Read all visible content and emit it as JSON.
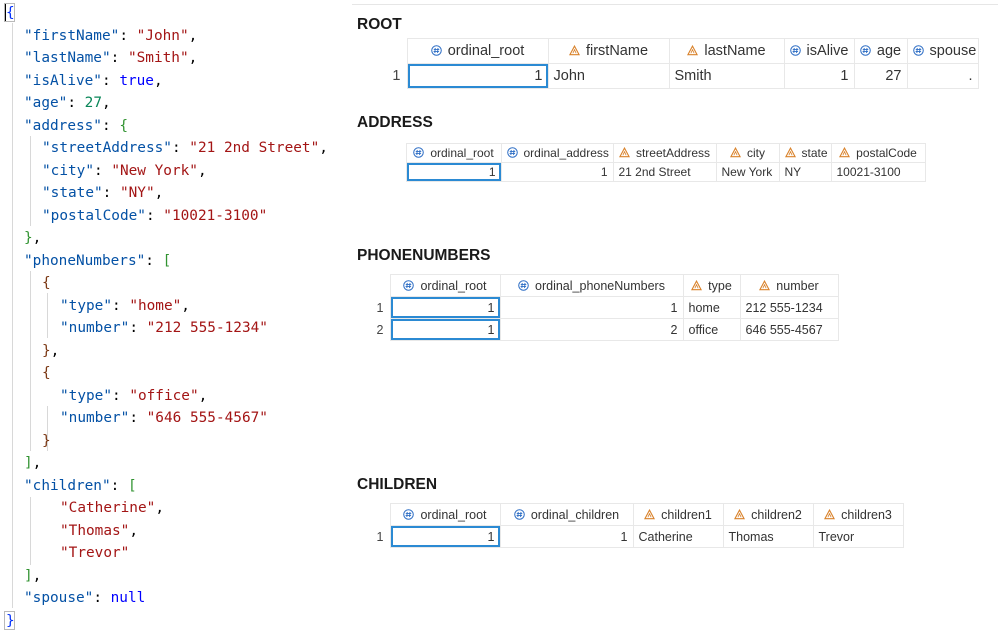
{
  "json_source": {
    "lines": [
      [
        [
          "{",
          "br1"
        ]
      ],
      [
        [
          "\"firstName\"",
          "k"
        ],
        [
          ": ",
          "p"
        ],
        [
          "\"John\"",
          "s"
        ],
        [
          ",",
          "p"
        ]
      ],
      [
        [
          "\"lastName\"",
          "k"
        ],
        [
          ": ",
          "p"
        ],
        [
          "\"Smith\"",
          "s"
        ],
        [
          ",",
          "p"
        ]
      ],
      [
        [
          "\"isAlive\"",
          "k"
        ],
        [
          ": ",
          "p"
        ],
        [
          "true",
          "b"
        ],
        [
          ",",
          "p"
        ]
      ],
      [
        [
          "\"age\"",
          "k"
        ],
        [
          ": ",
          "p"
        ],
        [
          "27",
          "n"
        ],
        [
          ",",
          "p"
        ]
      ],
      [
        [
          "\"address\"",
          "k"
        ],
        [
          ": ",
          "p"
        ],
        [
          "{",
          "br2"
        ]
      ],
      [
        [
          "\"streetAddress\"",
          "k"
        ],
        [
          ": ",
          "p"
        ],
        [
          "\"21 2nd Street\"",
          "s"
        ],
        [
          ",",
          "p"
        ]
      ],
      [
        [
          "\"city\"",
          "k"
        ],
        [
          ": ",
          "p"
        ],
        [
          "\"New York\"",
          "s"
        ],
        [
          ",",
          "p"
        ]
      ],
      [
        [
          "\"state\"",
          "k"
        ],
        [
          ": ",
          "p"
        ],
        [
          "\"NY\"",
          "s"
        ],
        [
          ",",
          "p"
        ]
      ],
      [
        [
          "\"postalCode\"",
          "k"
        ],
        [
          ": ",
          "p"
        ],
        [
          "\"10021-3100\"",
          "s"
        ]
      ],
      [
        [
          "}",
          "br2"
        ],
        [
          ",",
          "p"
        ]
      ],
      [
        [
          "\"phoneNumbers\"",
          "k"
        ],
        [
          ": ",
          "p"
        ],
        [
          "[",
          "br2"
        ]
      ],
      [
        [
          "{",
          "br3"
        ]
      ],
      [
        [
          "\"type\"",
          "k"
        ],
        [
          ": ",
          "p"
        ],
        [
          "\"home\"",
          "s"
        ],
        [
          ",",
          "p"
        ]
      ],
      [
        [
          "\"number\"",
          "k"
        ],
        [
          ": ",
          "p"
        ],
        [
          "\"212 555-1234\"",
          "s"
        ]
      ],
      [
        [
          "}",
          "br3"
        ],
        [
          ",",
          "p"
        ]
      ],
      [
        [
          "{",
          "br3"
        ]
      ],
      [
        [
          "\"type\"",
          "k"
        ],
        [
          ": ",
          "p"
        ],
        [
          "\"office\"",
          "s"
        ],
        [
          ",",
          "p"
        ]
      ],
      [
        [
          "\"number\"",
          "k"
        ],
        [
          ": ",
          "p"
        ],
        [
          "\"646 555-4567\"",
          "s"
        ]
      ],
      [
        [
          "}",
          "br3"
        ]
      ],
      [
        [
          "]",
          "br2"
        ],
        [
          ",",
          "p"
        ]
      ],
      [
        [
          "\"children\"",
          "k"
        ],
        [
          ": ",
          "p"
        ],
        [
          "[",
          "br2"
        ]
      ],
      [
        [
          "\"Catherine\"",
          "s"
        ],
        [
          ",",
          "p"
        ]
      ],
      [
        [
          "\"Thomas\"",
          "s"
        ],
        [
          ",",
          "p"
        ]
      ],
      [
        [
          "\"Trevor\"",
          "s"
        ]
      ],
      [
        [
          "]",
          "br2"
        ],
        [
          ",",
          "p"
        ]
      ],
      [
        [
          "\"spouse\"",
          "k"
        ],
        [
          ": ",
          "p"
        ],
        [
          "null",
          "b"
        ]
      ],
      [
        [
          "}",
          "br1"
        ]
      ]
    ]
  },
  "sections": [
    {
      "title": "ROOT",
      "columns": [
        {
          "label": "ordinal_root",
          "icon": "hash-icon"
        },
        {
          "label": "firstName",
          "icon": "text-icon"
        },
        {
          "label": "lastName",
          "icon": "text-icon"
        },
        {
          "label": "isAlive",
          "icon": "hash-icon"
        },
        {
          "label": "age",
          "icon": "hash-icon"
        },
        {
          "label": "spouse",
          "icon": "hash-icon"
        }
      ],
      "rows": [
        {
          "rownum": "1",
          "cells": [
            "1",
            "John",
            "Smith",
            "1",
            "27",
            "."
          ]
        }
      ]
    },
    {
      "title": "ADDRESS",
      "columns": [
        {
          "label": "ordinal_root",
          "icon": "hash-icon"
        },
        {
          "label": "ordinal_address",
          "icon": "hash-icon"
        },
        {
          "label": "streetAddress",
          "icon": "text-icon"
        },
        {
          "label": "city",
          "icon": "text-icon"
        },
        {
          "label": "state",
          "icon": "text-icon"
        },
        {
          "label": "postalCode",
          "icon": "text-icon"
        }
      ],
      "rows": [
        {
          "rownum": "",
          "cells": [
            "1",
            "1",
            "21 2nd Street",
            "New York",
            "NY",
            "10021-3100"
          ]
        }
      ]
    },
    {
      "title": "PHONENUMBERS",
      "columns": [
        {
          "label": "ordinal_root",
          "icon": "hash-icon"
        },
        {
          "label": "ordinal_phoneNumbers",
          "icon": "hash-icon"
        },
        {
          "label": "type",
          "icon": "text-icon"
        },
        {
          "label": "number",
          "icon": "text-icon"
        }
      ],
      "rows": [
        {
          "rownum": "1",
          "cells": [
            "1",
            "1",
            "home",
            "212 555-1234"
          ]
        },
        {
          "rownum": "2",
          "cells": [
            "1",
            "2",
            "office",
            "646 555-4567"
          ]
        }
      ]
    },
    {
      "title": "CHILDREN",
      "columns": [
        {
          "label": "ordinal_root",
          "icon": "hash-icon"
        },
        {
          "label": "ordinal_children",
          "icon": "hash-icon"
        },
        {
          "label": "children1",
          "icon": "text-icon"
        },
        {
          "label": "children2",
          "icon": "text-icon"
        },
        {
          "label": "children3",
          "icon": "text-icon"
        }
      ],
      "rows": [
        {
          "rownum": "1",
          "cells": [
            "1",
            "1",
            "Catherine",
            "Thomas",
            "Trevor"
          ]
        }
      ]
    }
  ],
  "colors": {
    "numeric_icon": "#2b6cc4",
    "text_icon": "#d9822b",
    "active_cell_border": "#2b8ad3"
  }
}
